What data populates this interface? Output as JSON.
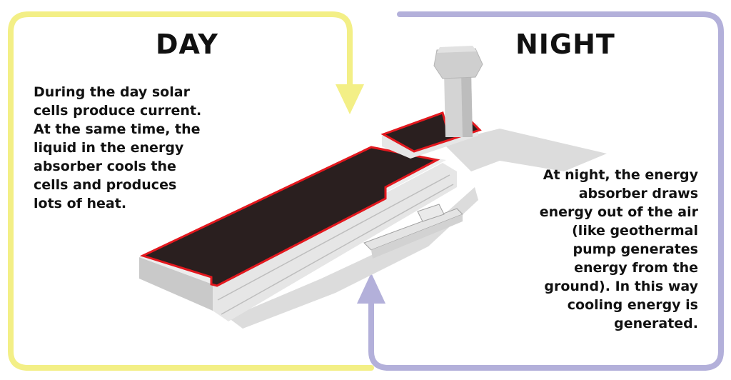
{
  "day": {
    "title": "DAY",
    "lines": [
      "During the day solar",
      "cells produce current.",
      "At the same time, the",
      "liquid in the energy",
      "absorber cools the",
      "cells and produces",
      "lots of heat."
    ]
  },
  "night": {
    "title": "NIGHT",
    "lines": [
      "At night, the energy",
      "absorber draws",
      "energy out of the air",
      "(like geothermal",
      "pump generates",
      "energy from the",
      "ground). In this way",
      "cooling energy is",
      "generated."
    ]
  },
  "colors": {
    "day_frame": "#f3ef86",
    "night_frame": "#b3b0da",
    "panel_fill": "#2a1f1f",
    "panel_outline": "#e3181e",
    "building": "#d8d8d8",
    "shadow": "#dcdcdc"
  }
}
